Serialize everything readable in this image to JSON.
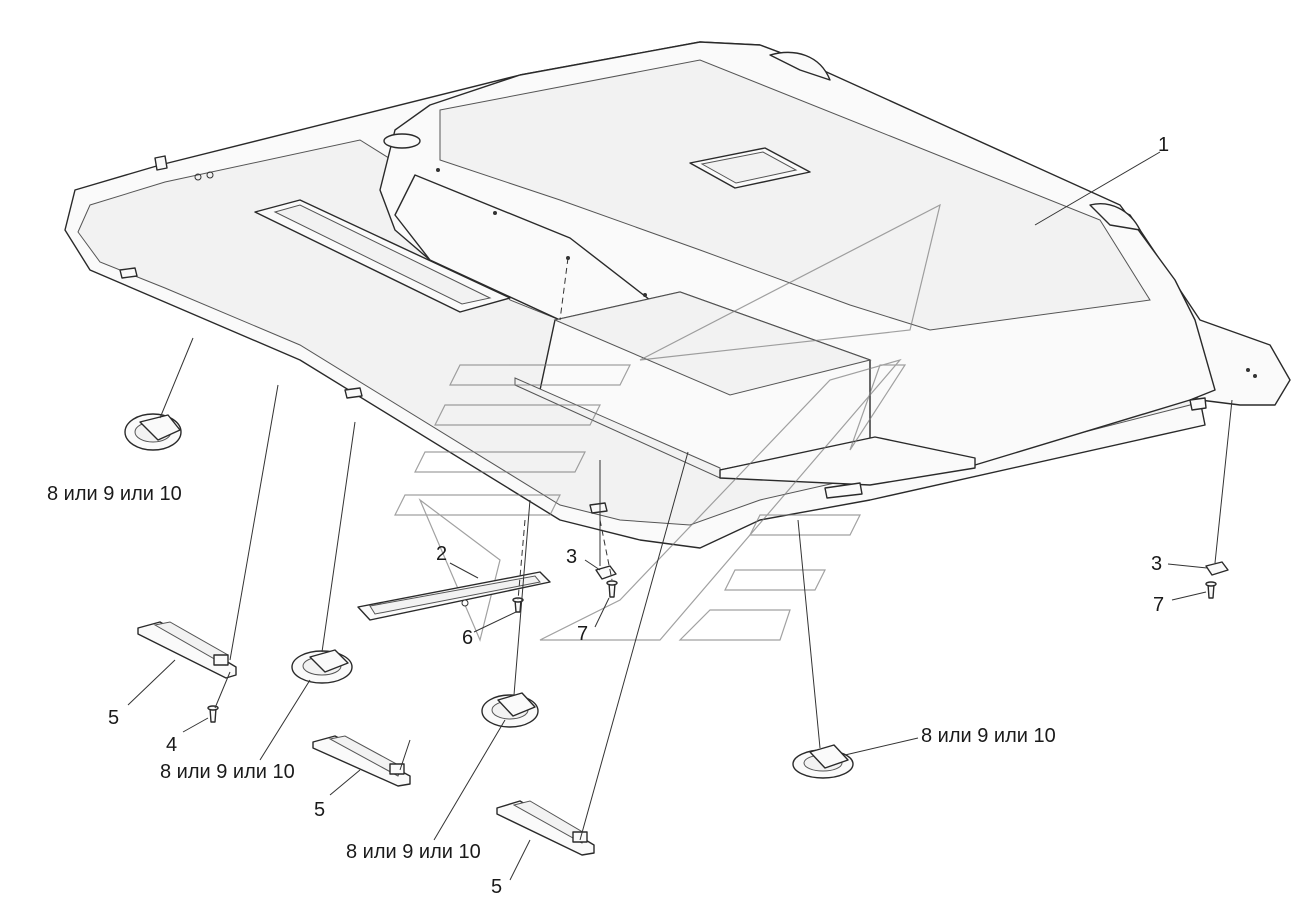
{
  "diagram": {
    "labels": {
      "p1": "1",
      "p2": "2",
      "p3a": "3",
      "p3b": "3",
      "p4": "4",
      "p5a": "5",
      "p5b": "5",
      "p5c": "5",
      "p6": "6",
      "p7a": "7",
      "p7b": "7",
      "p8a": "8 или 9 или 10",
      "p8b": "8 или 9 или 10",
      "p8c": "8 или 9 или 10",
      "p8d": "8 или 9 или 10"
    }
  }
}
